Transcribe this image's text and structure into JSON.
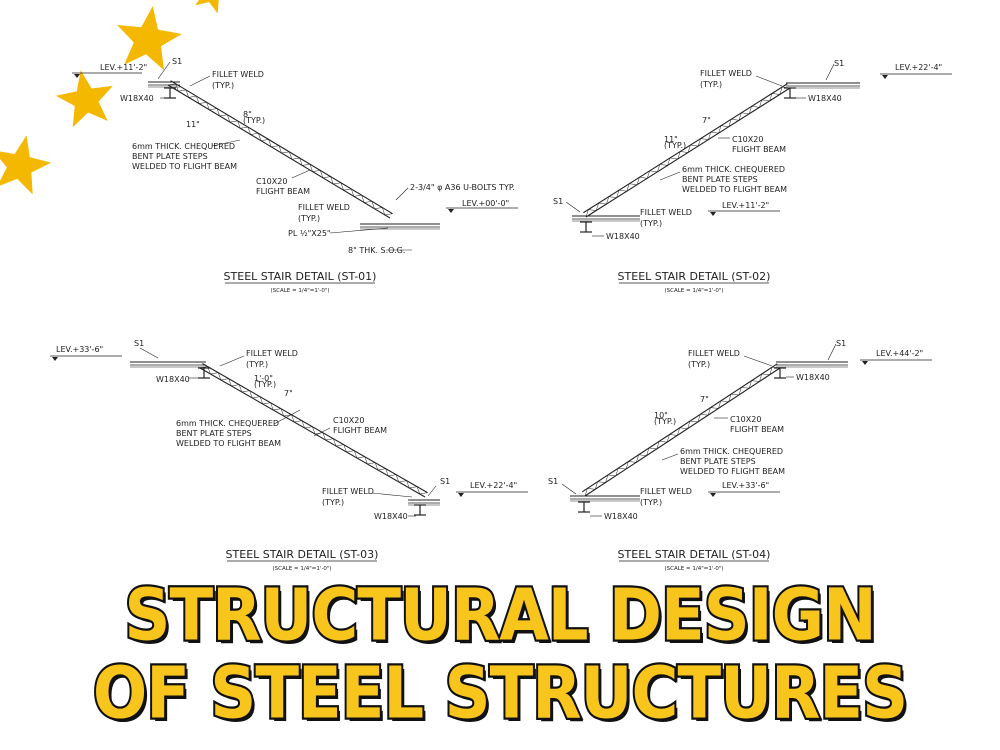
{
  "banner": {
    "line1": "STRUCTURAL DESIGN",
    "line2": "OF STEEL STRUCTURES",
    "text_color": "#f7c51c",
    "stroke_color": "#111111"
  },
  "decor": {
    "star_color": "#f5b800",
    "star_icon": "star-icon"
  },
  "details": [
    {
      "title": "STEEL STAIR DETAIL (ST-01)",
      "scale": "(SCALE = 1/4\"=1'-0\")",
      "level_top": "LEV.+11'-2\"",
      "level_bottom": "LEV.+00'-0\"",
      "beam_top": "W18X40",
      "mark_top": "S1",
      "weld_top": [
        "FILLET WELD",
        "(TYP.)"
      ],
      "dim": [
        "8\"",
        "(TYP.)"
      ],
      "dim_side": "11\"",
      "steps_note": [
        "6mm THICK. CHEQUERED",
        "BENT PLATE STEPS",
        "WELDED TO FLIGHT BEAM"
      ],
      "beam_note": [
        "C10X20",
        "FLIGHT BEAM"
      ],
      "bolts": "2-3/4\" φ A36 U-BOLTS TYP.",
      "weld_bottom": [
        "FILLET WELD",
        "(TYP.)"
      ],
      "plate": "PL ½\"X25\"",
      "slab": "8\" THK. S.O.G."
    },
    {
      "title": "STEEL STAIR DETAIL (ST-02)",
      "scale": "(SCALE = 1/4\"=1'-0\")",
      "level_top": "LEV.+22'-4\"",
      "level_bottom": "LEV.+11'-2\"",
      "beam_top": "W18X40",
      "beam_bottom": "W18X40",
      "mark_top": "S1",
      "mark_bottom": "S1",
      "weld_top": [
        "FILLET WELD",
        "(TYP.)"
      ],
      "dim": [
        "11\"",
        "(TYP.)"
      ],
      "dim_side": "7\"",
      "beam_note": [
        "C10X20",
        "FLIGHT BEAM"
      ],
      "steps_note": [
        "6mm THICK. CHEQUERED",
        "BENT PLATE STEPS",
        "WELDED TO FLIGHT BEAM"
      ],
      "weld_bottom": [
        "FILLET WELD",
        "(TYP.)"
      ]
    },
    {
      "title": "STEEL STAIR DETAIL (ST-03)",
      "scale": "(SCALE = 1/4\"=1'-0\")",
      "level_top": "LEV.+33'-6\"",
      "level_bottom": "LEV.+22'-4\"",
      "beam_top": "W18X40",
      "beam_bottom": "W18X40",
      "mark_top": "S1",
      "mark_bottom": "S1",
      "weld_top": [
        "FILLET WELD",
        "(TYP.)"
      ],
      "dim": [
        "1'-0\"",
        "(TYP.)"
      ],
      "dim_side": "7\"",
      "steps_note": [
        "6mm THICK. CHEQUERED",
        "BENT PLATE STEPS",
        "WELDED TO FLIGHT BEAM"
      ],
      "beam_note": [
        "C10X20",
        "FLIGHT BEAM"
      ],
      "weld_bottom": [
        "FILLET WELD",
        "(TYP.)"
      ]
    },
    {
      "title": "STEEL STAIR DETAIL (ST-04)",
      "scale": "(SCALE = 1/4\"=1'-0\")",
      "level_top": "LEV.+44'-2\"",
      "level_bottom": "LEV.+33'-6\"",
      "beam_top": "W18X40",
      "beam_bottom": "W18X40",
      "mark_top": "S1",
      "mark_bottom": "S1",
      "weld_top": [
        "FILLET WELD",
        "(TYP.)"
      ],
      "dim": [
        "10\"",
        "(TYP.)"
      ],
      "dim_side": "7\"",
      "beam_note": [
        "C10X20",
        "FLIGHT BEAM"
      ],
      "steps_note": [
        "6mm THICK. CHEQUERED",
        "BENT PLATE STEPS",
        "WELDED TO FLIGHT BEAM"
      ],
      "weld_bottom": [
        "FILLET WELD",
        "(TYP.)"
      ]
    }
  ]
}
